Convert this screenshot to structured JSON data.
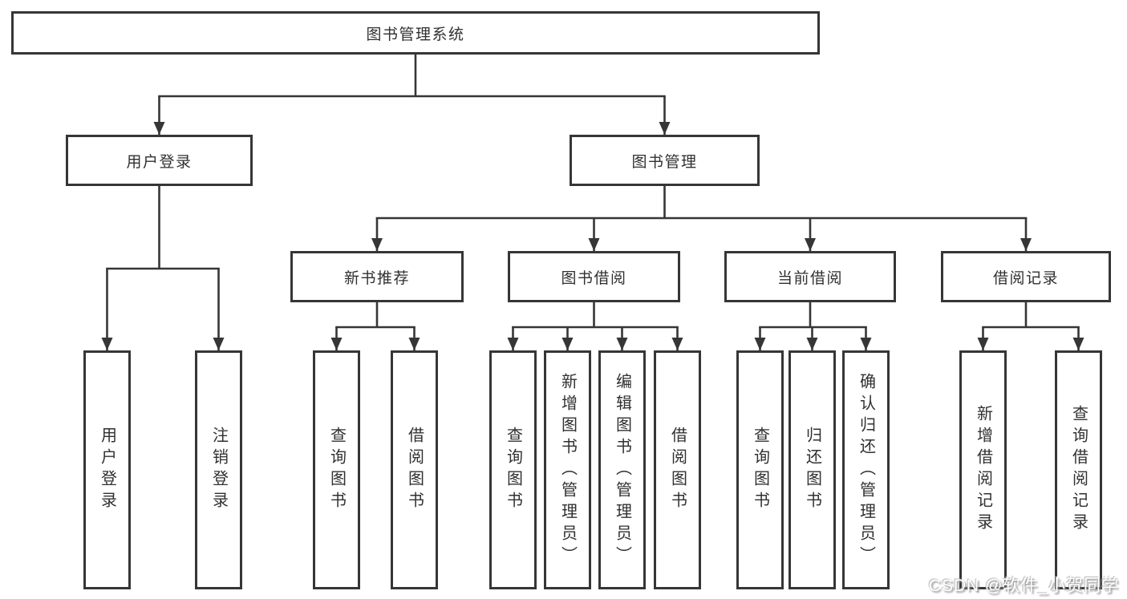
{
  "diagram": {
    "root": {
      "label": "图书管理系统"
    },
    "level2": {
      "user_login": {
        "label": "用户登录"
      },
      "book_mgmt": {
        "label": "图书管理"
      }
    },
    "level3": {
      "new_book_recommend": {
        "label": "新书推荐"
      },
      "book_borrow": {
        "label": "图书借阅"
      },
      "current_borrow": {
        "label": "当前借阅"
      },
      "borrow_records": {
        "label": "借阅记录"
      }
    },
    "leaves": {
      "user_login": [
        "用户登录",
        "注销登录"
      ],
      "new_book_recommend": [
        "查询图书",
        "借阅图书"
      ],
      "book_borrow": [
        "查询图书",
        "新增图书（管理员）",
        "编辑图书（管理员）",
        "借阅图书"
      ],
      "current_borrow": [
        "查询图书",
        "归还图书",
        "确认归还（管理员）"
      ],
      "borrow_records": [
        "新增借阅记录",
        "查询借阅记录"
      ]
    }
  },
  "watermark": {
    "text": "CSDN @软件_小贺同学"
  },
  "colors": {
    "line": "#363636",
    "text": "#303030",
    "background": "#ffffff"
  }
}
